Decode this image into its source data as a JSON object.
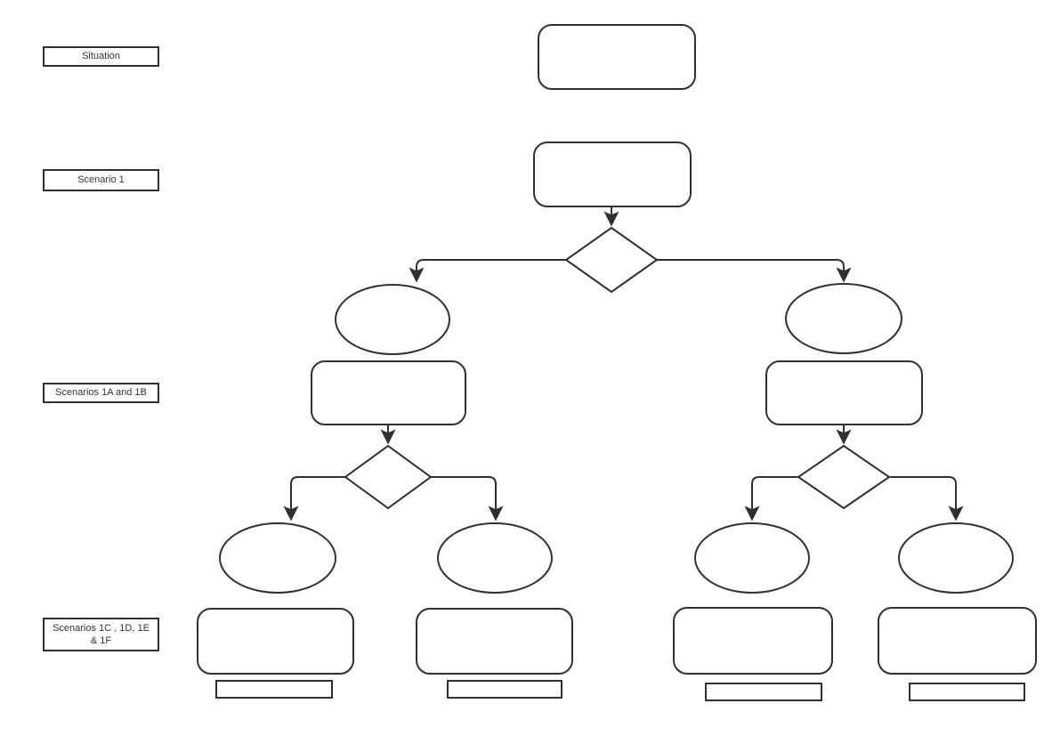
{
  "diagram": {
    "row_labels": [
      {
        "label": "Situation"
      },
      {
        "label": "Scenario 1"
      },
      {
        "label": "Scenarios 1A and 1B"
      },
      {
        "label": "Scenarios 1C , 1D, 1E & 1F"
      }
    ],
    "colors": {
      "background": "#ffffff",
      "stroke": "#303030",
      "label_text": "#333333"
    }
  }
}
